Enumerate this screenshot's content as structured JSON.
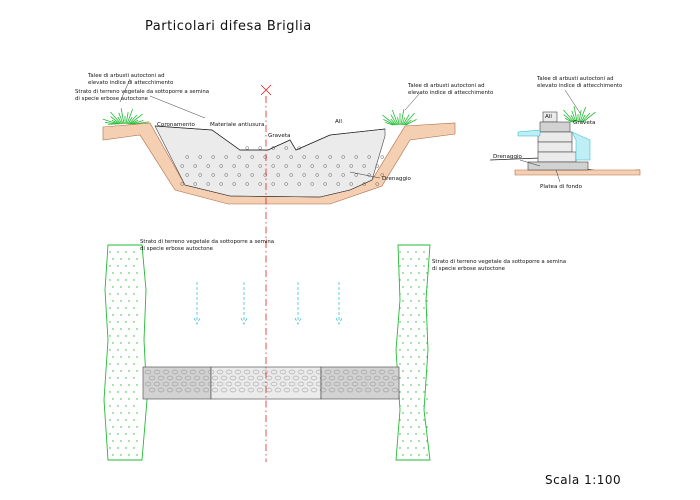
{
  "title": "Particolari difesa Briglia",
  "scale": "Scala 1:100",
  "section": {
    "note_hedges_left": [
      "Talee di arbusti autoctoni ad",
      "elevato indice di attecchimento"
    ],
    "note_soil_left": [
      "Strato di terreno vegetale da sottoporre a semina",
      "di specie erbose autoctone"
    ],
    "note_hedges_right": [
      "Talee di arbusti autoctoni ad",
      "elevato indice di attecchimento"
    ],
    "label_coronamento": "Coronamento",
    "label_materiale": "Materiale antiusura",
    "label_gravela": "Graveta",
    "label_all": "All",
    "label_drenaggio": "Drenaggio"
  },
  "side": {
    "note_hedges": [
      "Talee di arbusti autoctoni ad",
      "elevato indice di attecchimento"
    ],
    "label_all": "All",
    "label_gravela": "Graveta",
    "label_drenaggio": "Drenaggio",
    "label_platea": "Platea di fondo"
  },
  "plan": {
    "note_left": [
      "Strato di terreno vegetale da sottoporre a semina",
      "di specie erbose autoctone"
    ],
    "note_right": [
      "Strato di terreno vegetale da sottoporre a semina",
      "di specie erbose autoctone"
    ]
  },
  "colors": {
    "axis": "#e02020",
    "vegetation": "#22bb33",
    "soil": "#f4cfb2",
    "flow": "#22bbcc"
  }
}
